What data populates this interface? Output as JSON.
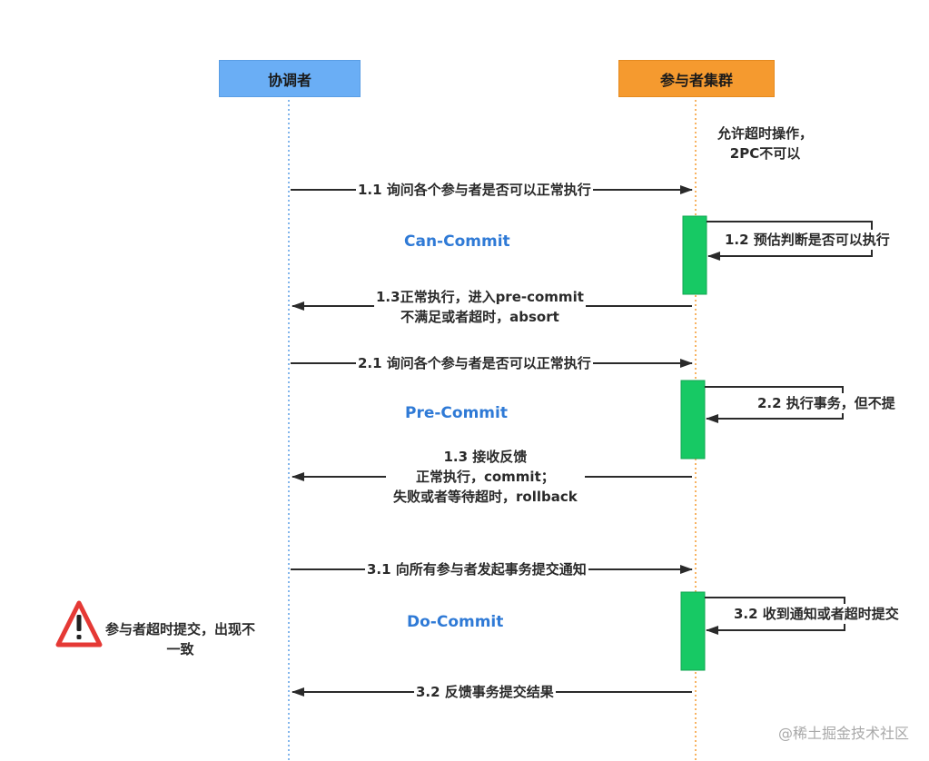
{
  "actors": {
    "coordinator": "协调者",
    "cluster": "参与者集群"
  },
  "notes": {
    "timeout_line1": "允许超时操作，",
    "timeout_line2": "2PC不可以",
    "warning_line1": "参与者超时提交，出现不",
    "warning_line2": "一致"
  },
  "phases": {
    "can_commit": "Can-Commit",
    "pre_commit": "Pre-Commit",
    "do_commit": "Do-Commit"
  },
  "messages": {
    "m1_1": "1.1 询问各个参与者是否可以正常执行",
    "m1_2": "1.2 预估判断是否可以执行",
    "m1_3_line1": "1.3正常执行，进入pre-commit",
    "m1_3_line2": "不满足或者超时，absort",
    "m2_1": "2.1 询问各个参与者是否可以正常执行",
    "m2_2": "2.2 执行事务，但不提",
    "m2_3_line1": "1.3 接收反馈",
    "m2_3_line2": "正常执行，commit；",
    "m2_3_line3": "失败或者等待超时，rollback",
    "m3_1": "3.1 向所有参与者发起事务提交通知",
    "m3_2": "3.2 收到通知或者超时提交",
    "m3_3": "3.2 反馈事务提交结果"
  },
  "watermark": "@稀土掘金技术社区",
  "colors": {
    "coordinator": "#6aaef5",
    "cluster": "#f59a2f",
    "activation": "#17c964",
    "phase_text": "#2f7ad6",
    "warning": "#e53935"
  }
}
